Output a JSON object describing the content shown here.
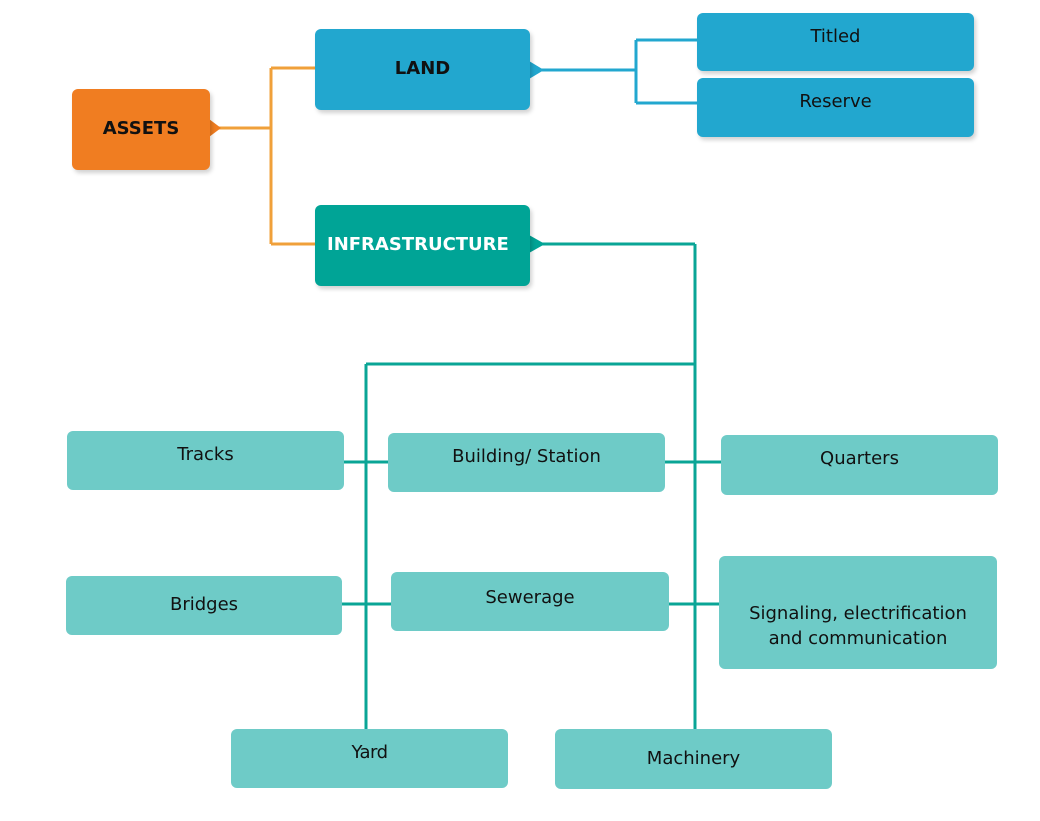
{
  "colors": {
    "assets": "#f07d21",
    "land": "#22a7cf",
    "land_children": "#22a7cf",
    "infrastructure": "#00a496",
    "infrastructure_children": "#6ecbc7",
    "orange_connector": "#f0a03a",
    "blue_connector": "#22a7cf",
    "teal_connector": "#0aa596"
  },
  "root": {
    "label": "ASSETS"
  },
  "land": {
    "label": "LAND",
    "children": [
      "Titled",
      "Reserve"
    ]
  },
  "infrastructure": {
    "label": "INFRASTRUCTURE",
    "children": {
      "tracks": "Tracks",
      "building_station": "Building/ Station",
      "quarters": "Quarters",
      "bridges": "Bridges",
      "sewerage": "Sewerage",
      "signaling_line1": "Signaling, electrification",
      "signaling_line2": "and communication",
      "yard": "Yard",
      "machinery": "Machinery"
    }
  }
}
